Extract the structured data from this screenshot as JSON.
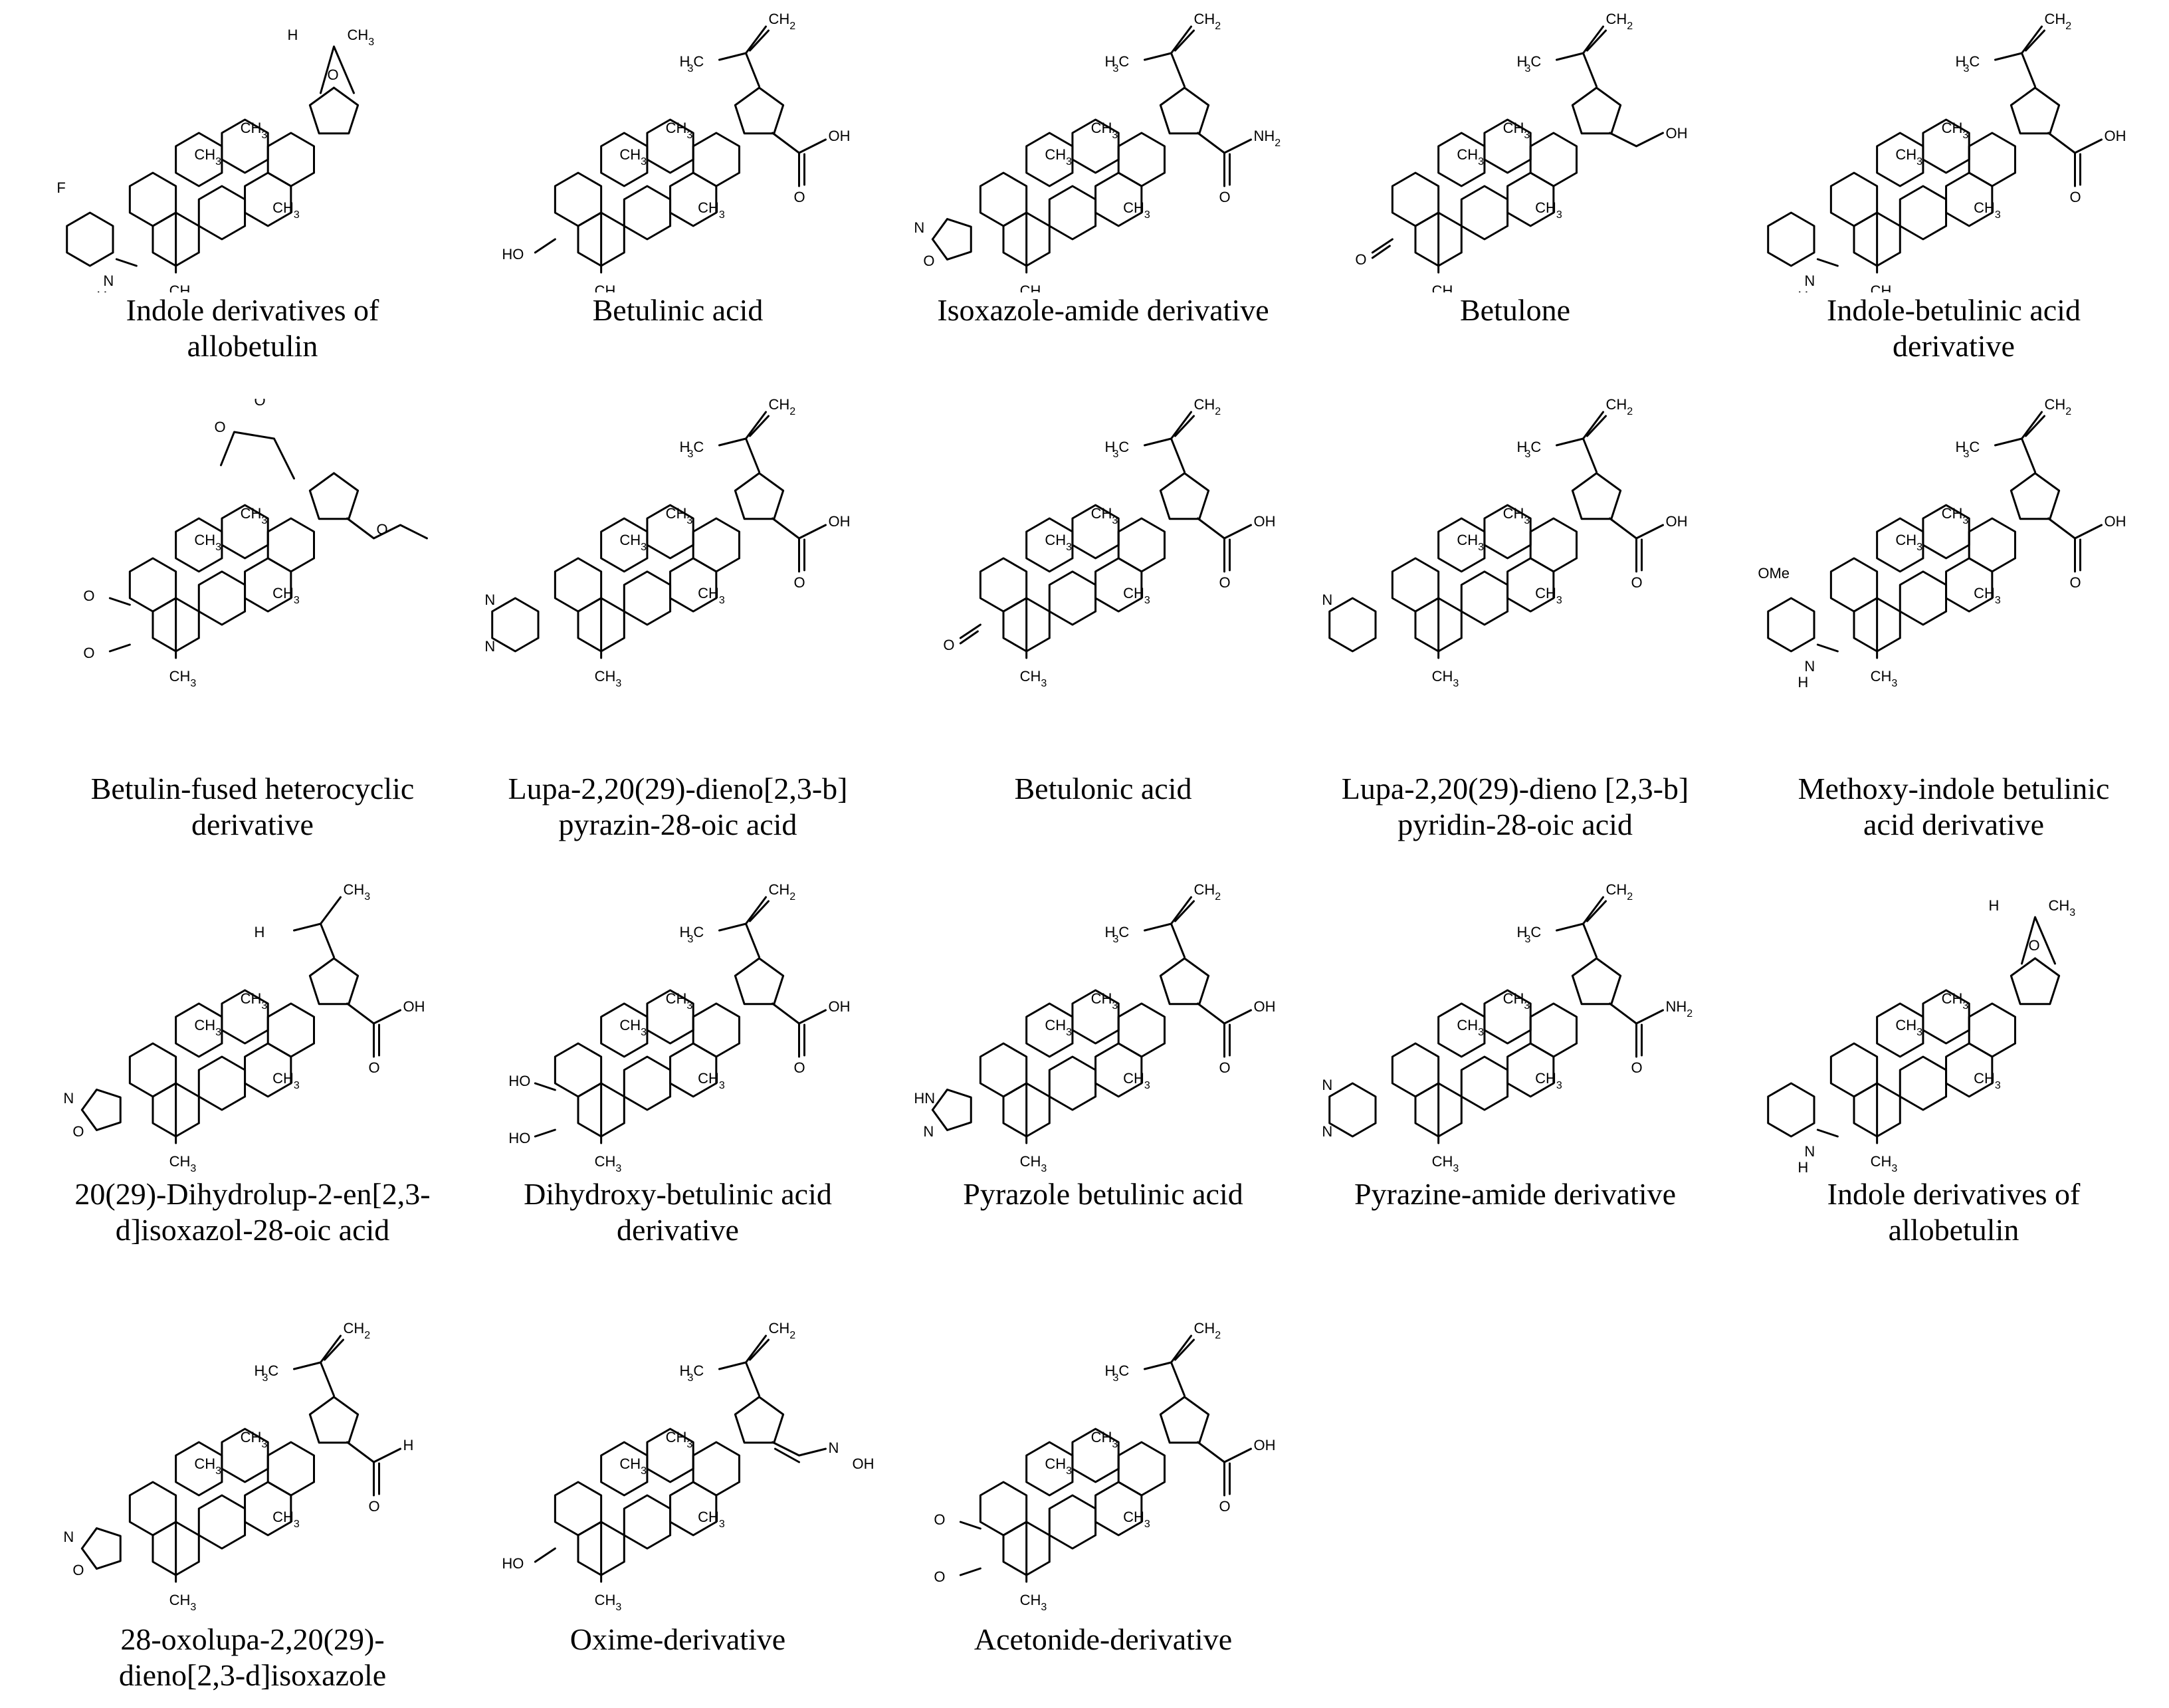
{
  "compounds": [
    {
      "caption": [
        "Indole derivatives of",
        "allobetulin"
      ],
      "head": "bridge",
      "ring_a": "indole",
      "c28": "",
      "ring_a_labels": [
        "F",
        "N",
        "H"
      ]
    },
    {
      "caption": [
        "Betulinic acid"
      ],
      "head": "isopropenyl",
      "ring_a": "hydroxy",
      "c28": "acid",
      "ring_a_labels": [
        "HO"
      ]
    },
    {
      "caption": [
        "Isoxazole-amide derivative"
      ],
      "head": "isopropenyl",
      "ring_a": "isoxazole",
      "c28": "amide",
      "ring_a_labels": [
        "N",
        "O"
      ]
    },
    {
      "caption": [
        "Betulone"
      ],
      "head": "isopropenyl",
      "ring_a": "keto",
      "c28": "hydroxymethyl",
      "ring_a_labels": [
        "O"
      ]
    },
    {
      "caption": [
        "Indole-betulinic acid",
        "derivative"
      ],
      "head": "isopropenyl",
      "ring_a": "indole",
      "c28": "acid",
      "ring_a_labels": [
        "",
        "N",
        "H"
      ]
    },
    {
      "caption": [
        "Betulin-fused heterocyclic",
        "derivative"
      ],
      "head": "fused",
      "ring_a": "ester",
      "c28": "ester",
      "ring_a_labels": [
        "O",
        "O"
      ]
    },
    {
      "caption": [
        "Lupa-2,20(29)-dieno[2,3-b]",
        "pyrazin-28-oic acid"
      ],
      "head": "isopropenyl",
      "ring_a": "pyrazine",
      "c28": "acid",
      "ring_a_labels": [
        "N",
        "N"
      ]
    },
    {
      "caption": [
        "Betulonic acid"
      ],
      "head": "isopropenyl",
      "ring_a": "keto",
      "c28": "acid",
      "ring_a_labels": [
        "O"
      ]
    },
    {
      "caption": [
        "Lupa-2,20(29)-dieno [2,3-b]",
        "pyridin-28-oic acid"
      ],
      "head": "isopropenyl",
      "ring_a": "pyridine",
      "c28": "acid",
      "ring_a_labels": [
        "N"
      ]
    },
    {
      "caption": [
        "Methoxy-indole betulinic",
        "acid derivative"
      ],
      "head": "isopropenyl",
      "ring_a": "indole",
      "c28": "acid",
      "ring_a_labels": [
        "OMe",
        "N",
        "H"
      ]
    },
    {
      "caption": [
        "20(29)-Dihydrolup-2-en[2,3-",
        "d]isoxazol-28-oic acid"
      ],
      "head": "isopropyl",
      "ring_a": "isoxazole",
      "c28": "acid",
      "ring_a_labels": [
        "N",
        "O"
      ]
    },
    {
      "caption": [
        "Dihydroxy-betulinic acid",
        "derivative"
      ],
      "head": "isopropenyl",
      "ring_a": "dihydroxy",
      "c28": "acid",
      "ring_a_labels": [
        "HO",
        "HO"
      ]
    },
    {
      "caption": [
        "Pyrazole betulinic acid"
      ],
      "head": "isopropenyl",
      "ring_a": "pyrazole",
      "c28": "acid",
      "ring_a_labels": [
        "HN",
        "N"
      ]
    },
    {
      "caption": [
        "Pyrazine-amide derivative"
      ],
      "head": "isopropenyl",
      "ring_a": "pyrazine",
      "c28": "amide",
      "ring_a_labels": [
        "N",
        "N"
      ]
    },
    {
      "caption": [
        "Indole derivatives of",
        "allobetulin"
      ],
      "head": "bridge",
      "ring_a": "indole",
      "c28": "",
      "ring_a_labels": [
        "",
        "N",
        "H"
      ]
    },
    {
      "caption": [
        "28-oxolupa-2,20(29)-",
        "dieno[2,3-d]isoxazole"
      ],
      "head": "isopropenyl",
      "ring_a": "isoxazole",
      "c28": "aldehyde",
      "ring_a_labels": [
        "N",
        "O"
      ]
    },
    {
      "caption": [
        "Oxime-derivative"
      ],
      "head": "isopropenyl",
      "ring_a": "hydroxy",
      "c28": "oxime",
      "ring_a_labels": [
        "HO"
      ]
    },
    {
      "caption": [
        "Acetonide-derivative"
      ],
      "head": "isopropenyl",
      "ring_a": "acetonide",
      "c28": "acid",
      "ring_a_labels": [
        "O",
        "O"
      ]
    }
  ],
  "labels": {
    "ch3": "CH",
    "three": "3",
    "ch2": "CH",
    "two": "2",
    "h3c": "H",
    "c": "C",
    "oh": "OH",
    "nh2": "NH",
    "o": "O",
    "h": "H",
    "n_oh": "N",
    "oxime_oh": "OH"
  }
}
